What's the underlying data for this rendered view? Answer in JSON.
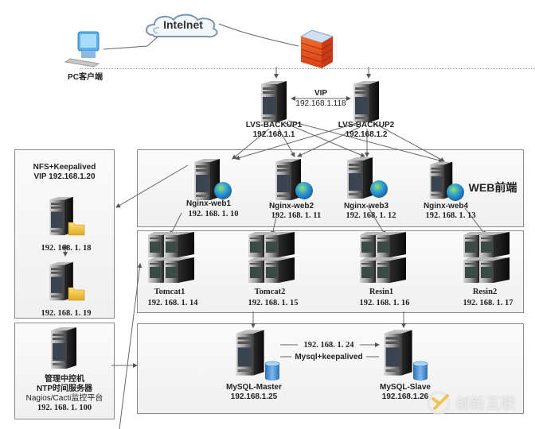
{
  "diagram": {
    "internet": {
      "label": "Intelnet",
      "icon": "cloud-icon"
    },
    "pc_client": {
      "label": "PC客户端",
      "icon": "desktop-computer-icon"
    },
    "firewall": {
      "icon": "firewall-icon"
    },
    "vip": {
      "label": "VIP",
      "address": "192.168.1.118"
    },
    "lvs": [
      {
        "name": "LVS-BACKUP1",
        "ip": "192.168.1.1",
        "icon": "server-icon"
      },
      {
        "name": "LVS-BACKUP2",
        "ip": "192.168.1.2",
        "icon": "server-icon"
      }
    ],
    "web_tier": {
      "label": "WEB前端",
      "nodes": [
        {
          "name": "Nginx-web1",
          "ip": "192. 168. 1. 10",
          "icon": "web-server-globe-icon"
        },
        {
          "name": "Nginx-web2",
          "ip": "192. 168. 1. 11",
          "icon": "web-server-globe-icon"
        },
        {
          "name": "Nginx-web3",
          "ip": "192. 168. 1. 12",
          "icon": "web-server-globe-icon"
        },
        {
          "name": "Nginx-web4",
          "ip": "192. 168. 1. 13",
          "icon": "web-server-globe-icon"
        }
      ]
    },
    "app_tier": {
      "nodes": [
        {
          "name": "Tomcat1",
          "ip": "192. 168. 1. 14",
          "icon": "server-cluster-icon"
        },
        {
          "name": "Tomcat2",
          "ip": "192. 168. 1. 15",
          "icon": "server-cluster-icon"
        },
        {
          "name": "Resin1",
          "ip": "192. 168. 1. 16",
          "icon": "server-cluster-icon"
        },
        {
          "name": "Resin2",
          "ip": "192. 168. 1. 17",
          "icon": "server-cluster-icon"
        }
      ]
    },
    "nfs": {
      "title": "NFS+Keepalived",
      "vip": "VIP 192.168.1.20",
      "nodes": [
        {
          "ip": "192. 168. 1. 18",
          "icon": "file-server-folder-icon"
        },
        {
          "ip": "192. 168. 1. 19",
          "icon": "file-server-folder-icon"
        }
      ]
    },
    "mgmt": {
      "lines": [
        "管理中控机",
        "NTP时间服务器",
        "Nagios/Cacti监控平台",
        "192. 168. 1. 100"
      ],
      "icon": "server-icon"
    },
    "db_tier": {
      "vip": "192. 168. 1. 24",
      "ha_label": "Mysql+keepalived",
      "nodes": [
        {
          "name": "MySQL-Master",
          "ip": "192.168.1.25",
          "icon": "database-server-icon"
        },
        {
          "name": "MySQL-Slave",
          "ip": "192.168.1.26",
          "icon": "database-server-icon"
        }
      ]
    },
    "watermark": {
      "text": "创新互联",
      "icon": "brand-logo-icon"
    }
  }
}
